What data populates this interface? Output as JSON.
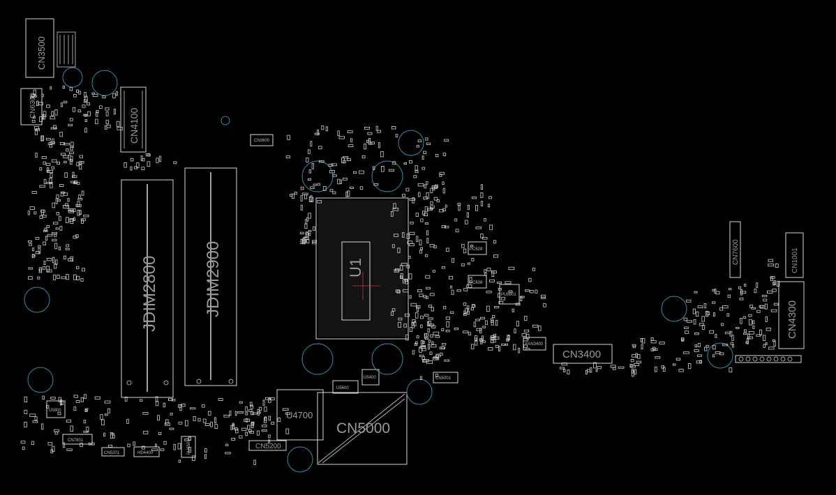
{
  "components": {
    "cn3500": "CN3500",
    "cn6300": "CN6300",
    "cn4100": "CN4100",
    "jdim2800": "JDIM2800",
    "jdim2900": "JDIM2900",
    "u1": "U1",
    "cn3600": "CN3600",
    "cn3400": "CN3400",
    "cn7600": "CN7600",
    "cn1001": "CN1001",
    "cn4300": "CN4300",
    "u4700": "U4700",
    "cn5000": "CN5000",
    "u5600": "U5600",
    "u5400": "U5400",
    "cn5001": "CN5001",
    "cn5200": "CN5200",
    "cn7801": "CN7801",
    "cn5201": "CN5201",
    "hd4400": "HD4400",
    "pu6501": "PU6501",
    "pu8601": "PU8601",
    "fan3400": "FAN3400",
    "u5800": "U5800",
    "pc628": "PC628",
    "pc608": "PC608"
  },
  "colors": {
    "background": "#000000",
    "outline": "#d8d8d8",
    "label": "#9a9a9a",
    "hole": "#2f8fa6"
  }
}
